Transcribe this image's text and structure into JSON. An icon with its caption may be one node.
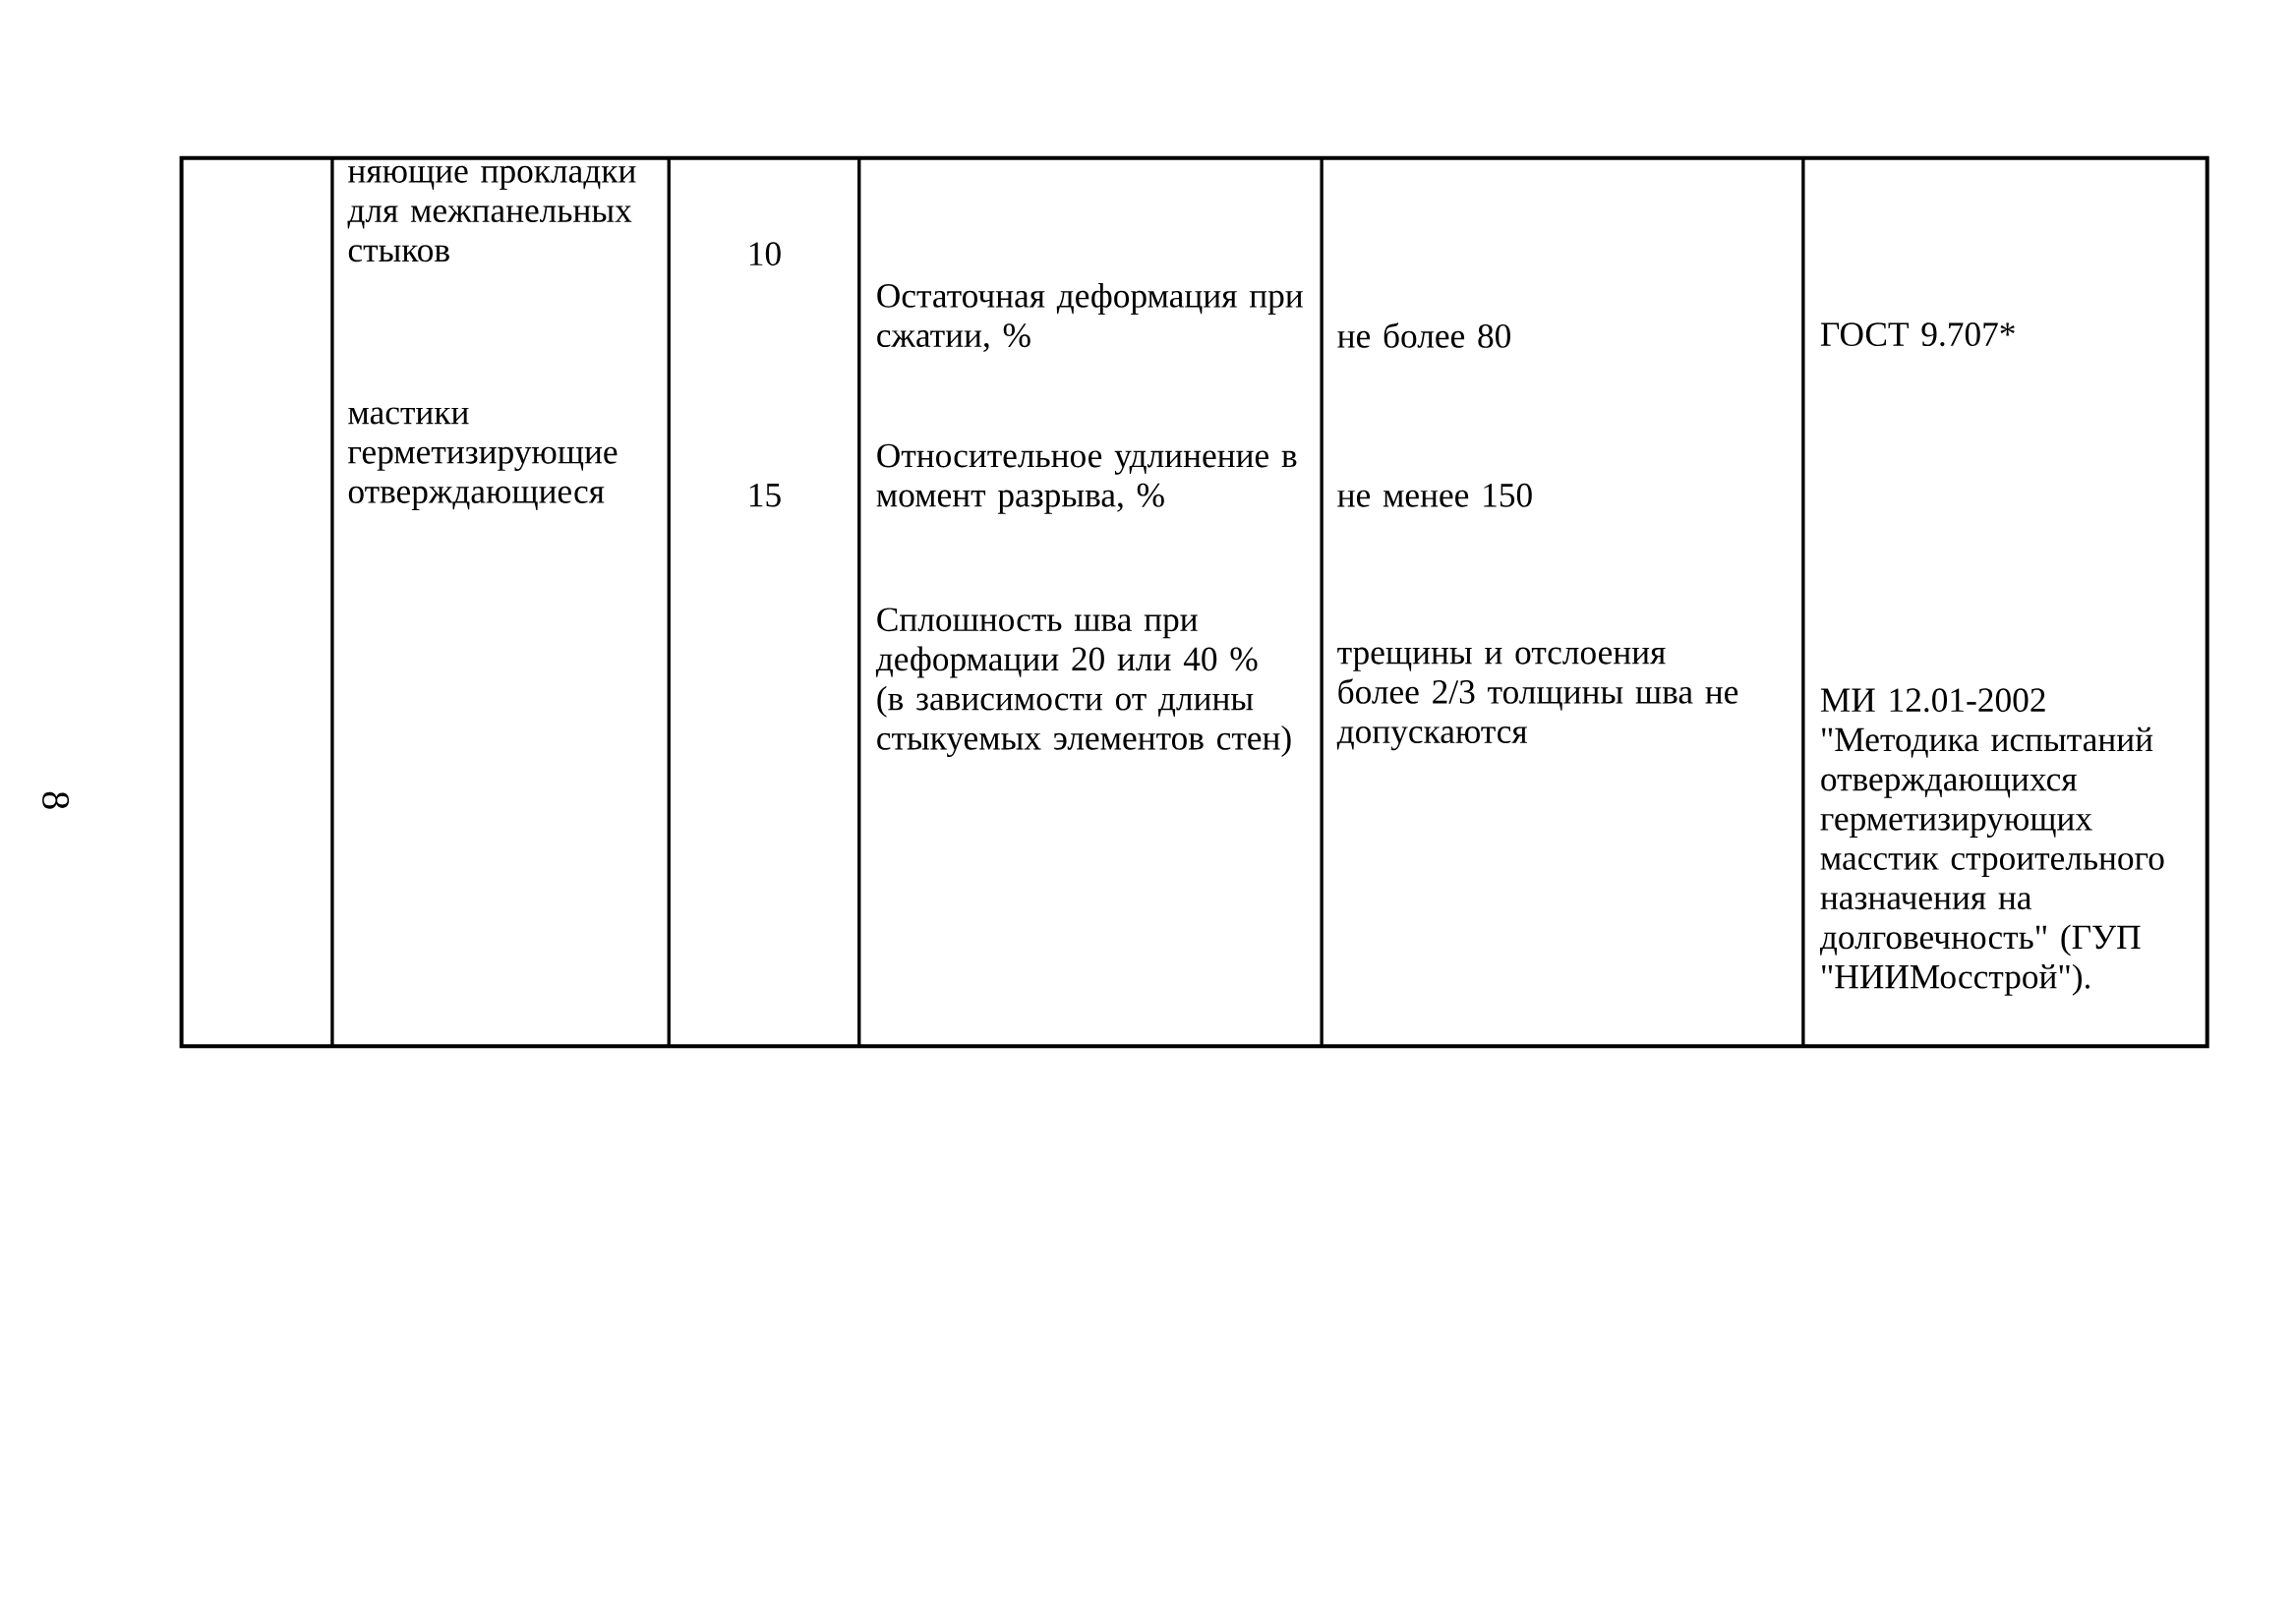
{
  "diagram": {
    "labels": [
      "8",
      "няющие прокладки для межпанельных стыков",
      "10",
      "Остаточная деформация при сжатии, %",
      "не более 80",
      "ГОСТ 9.707*",
      "мастики герметизирующие отверждающиеся",
      "Относительное удлинение в момент разрыва, %",
      "15",
      "не менее 150",
      "Сплошность шва при деформации 20 или 40 % (в зависимости от длины стыкуемых элементов стен)",
      "трещины и отслоения более 2/3 толщины шва не допускаются",
      "МИ 12.01-2002 \"Методика испытаний отверждающихся герметизирующих масстик строительного назначения на долговечность\" (ГУП \"НИИМосстрой\")."
    ]
  }
}
